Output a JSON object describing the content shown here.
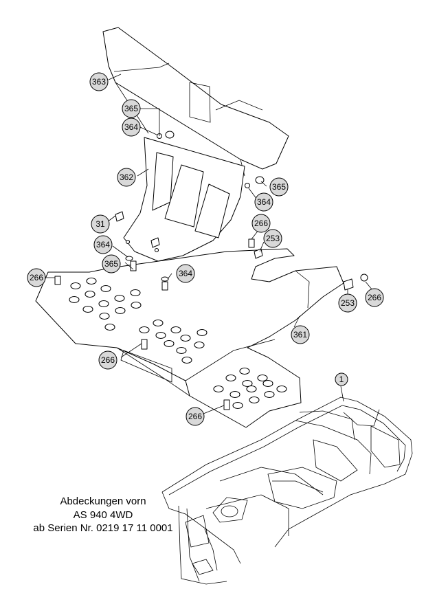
{
  "caption": {
    "line1": "Abdeckungen vorn",
    "line2": "AS 940 4WD",
    "line3": "ab Serien Nr. 0219 17 11 0001"
  },
  "callouts": {
    "c363": "363",
    "c365a": "365",
    "c364a": "364",
    "c362": "362",
    "c365b": "365",
    "c364b": "364",
    "c31": "31",
    "c266a": "266",
    "c253a": "253",
    "c364c": "364",
    "c365c": "365",
    "c364d": "364",
    "c266b": "266",
    "c253b": "253",
    "c266c": "266",
    "c361": "361",
    "c266d": "266",
    "c1": "1",
    "c266e": "266"
  }
}
